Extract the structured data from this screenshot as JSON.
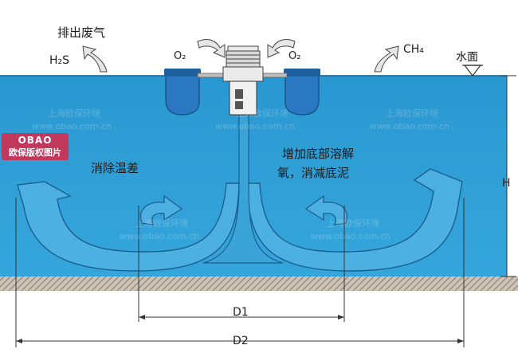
{
  "labels": {
    "exhaust": "排出废气",
    "h2s": "H₂S",
    "o2_left": "O₂",
    "o2_right": "O₂",
    "ch4": "CH₄",
    "water_surface": "水面",
    "eliminate_temp": "消除温差",
    "increase_oxygen_line1": "增加底部溶解",
    "increase_oxygen_line2": "氧，消减底泥",
    "h": "H",
    "d1": "D1",
    "d2": "D2"
  },
  "watermark": {
    "site_cn": "上海欧保环境",
    "site_url": "www.obao.com.cn"
  },
  "logo": {
    "top": "OBAO",
    "bottom": "欧保版权图片"
  },
  "colors": {
    "water": "#2f9fd6",
    "water_dark": "#1e7fb8",
    "flow": "#4fb3e4",
    "flow_stroke": "#1c5f8f",
    "sediment": "#c9bfb2",
    "aerator": "#2a78c2",
    "logo": "#c0395d"
  }
}
